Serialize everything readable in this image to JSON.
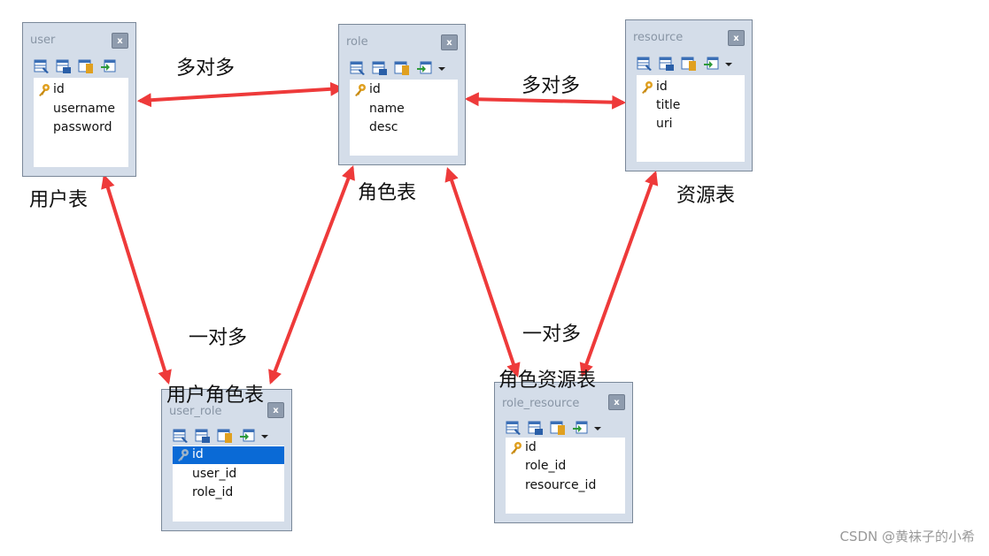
{
  "tables": [
    {
      "name": "user",
      "fields": [
        "id",
        "username",
        "password"
      ]
    },
    {
      "name": "role",
      "fields": [
        "id",
        "name",
        "desc"
      ]
    },
    {
      "name": "resource",
      "fields": [
        "id",
        "title",
        "uri"
      ]
    },
    {
      "name": "user_role",
      "fields": [
        "id",
        "user_id",
        "role_id"
      ]
    },
    {
      "name": "role_resource",
      "fields": [
        "id",
        "role_id",
        "resource_id"
      ]
    }
  ],
  "close_glyph": "x",
  "labels": {
    "user_table": "用户表",
    "role_table": "角色表",
    "resource_table": "资源表",
    "user_role_table": "用户角色表",
    "role_resource_table": "角色资源表"
  },
  "relations": {
    "user_role_many": "多对多",
    "role_resource_many": "多对多",
    "user_role_one": "一对多",
    "role_resource_one": "一对多"
  },
  "arrow_color": "#ee3a3a",
  "selection_color": "#0a6ad6",
  "watermark": "CSDN @黄袜子的小希"
}
